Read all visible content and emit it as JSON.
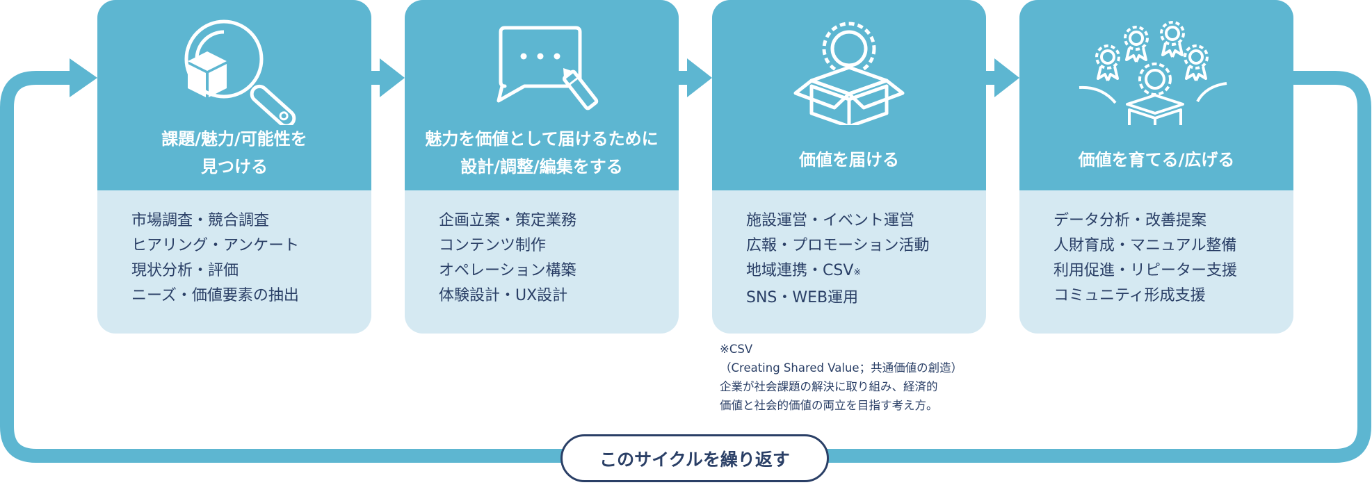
{
  "colors": {
    "accent": "#5db6d1",
    "panel": "#d5e9f2",
    "text": "#2a3f66",
    "white": "#ffffff"
  },
  "steps": [
    {
      "icon": "search-box-icon",
      "title": "課題/魅力/可能性を\n見つける",
      "items": [
        "市場調査・競合調査",
        "ヒアリング・アンケート",
        "現状分析・評価",
        "ニーズ・価値要素の抽出"
      ]
    },
    {
      "icon": "speech-bubble-pen-icon",
      "title": "魅力を価値として届けるために\n設計/調整/編集をする",
      "items": [
        "企画立案・策定業務",
        "コンテンツ制作",
        "オペレーション構築",
        "体験設計・UX設計"
      ]
    },
    {
      "icon": "gift-box-badge-icon",
      "title": "価値を届ける",
      "items": [
        "施設運営・イベント運営",
        "広報・プロモーション活動",
        "地域連携・CSV",
        "SNS・WEB運用"
      ],
      "item_mark": "※"
    },
    {
      "icon": "multiple-badges-box-icon",
      "title": "価値を育てる/広げる",
      "items": [
        "データ分析・改善提案",
        "人財育成・マニュアル整備",
        "利用促進・リピーター支援",
        "コミュニティ形成支援"
      ]
    }
  ],
  "note": "※CSV\n（Creating Shared Value；共通価値の創造）\n企業が社会課題の解決に取り組み、経済的\n価値と社会的価値の両立を目指す考え方。",
  "cycle_label": "このサイクルを繰り返す"
}
